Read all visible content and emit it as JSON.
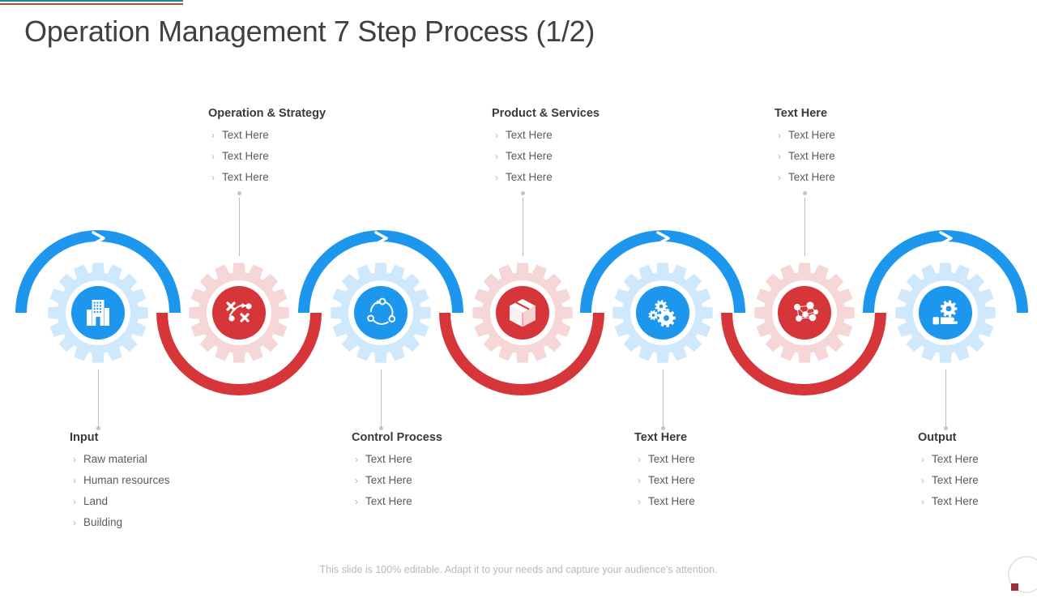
{
  "slide": {
    "title": "Operation Management 7 Step Process (1/2)",
    "footer": "This slide is 100% editable. Adapt it to your needs and capture your audience's attention.",
    "bullet_marker": "›"
  },
  "theme": {
    "blue": "#1d96ee",
    "blue_light": "#cfe8fb",
    "red": "#d6363a",
    "red_light": "#f6d7d8",
    "rule_teal": "#2a7f96",
    "rule_brown": "#9a5b34",
    "title_color": "#404040",
    "heading_color": "#3a3a3a",
    "body_color": "#5b5b5b",
    "footer_color": "#b9b9b9"
  },
  "steps": [
    {
      "index": 1,
      "position": "bottom",
      "icon": "building-icon",
      "color": "blue",
      "heading": "Input",
      "items": [
        "Raw material",
        "Human resources",
        "Land",
        "Building"
      ]
    },
    {
      "index": 2,
      "position": "top",
      "icon": "strategy-playbook-icon",
      "color": "red",
      "heading": "Operation & Strategy",
      "items": [
        "Text Here",
        "Text Here",
        "Text Here"
      ]
    },
    {
      "index": 3,
      "position": "bottom",
      "icon": "cycle-arrows-icon",
      "color": "blue",
      "heading": "Control Process",
      "items": [
        "Text Here",
        "Text Here",
        "Text Here"
      ]
    },
    {
      "index": 4,
      "position": "top",
      "icon": "package-box-icon",
      "color": "red",
      "heading": "Product & Services",
      "items": [
        "Text Here",
        "Text Here",
        "Text Here"
      ]
    },
    {
      "index": 5,
      "position": "bottom",
      "icon": "gears-cluster-icon",
      "color": "blue",
      "heading": "Text Here",
      "items": [
        "Text Here",
        "Text Here",
        "Text Here"
      ]
    },
    {
      "index": 6,
      "position": "top",
      "icon": "network-nodes-icon",
      "color": "red",
      "heading": "Text Here",
      "items": [
        "Text Here",
        "Text Here",
        "Text Here"
      ]
    },
    {
      "index": 7,
      "position": "bottom",
      "icon": "hand-holding-gear-icon",
      "color": "blue",
      "heading": "Output",
      "items": [
        "Text Here",
        "Text Here",
        "Text Here"
      ]
    }
  ]
}
